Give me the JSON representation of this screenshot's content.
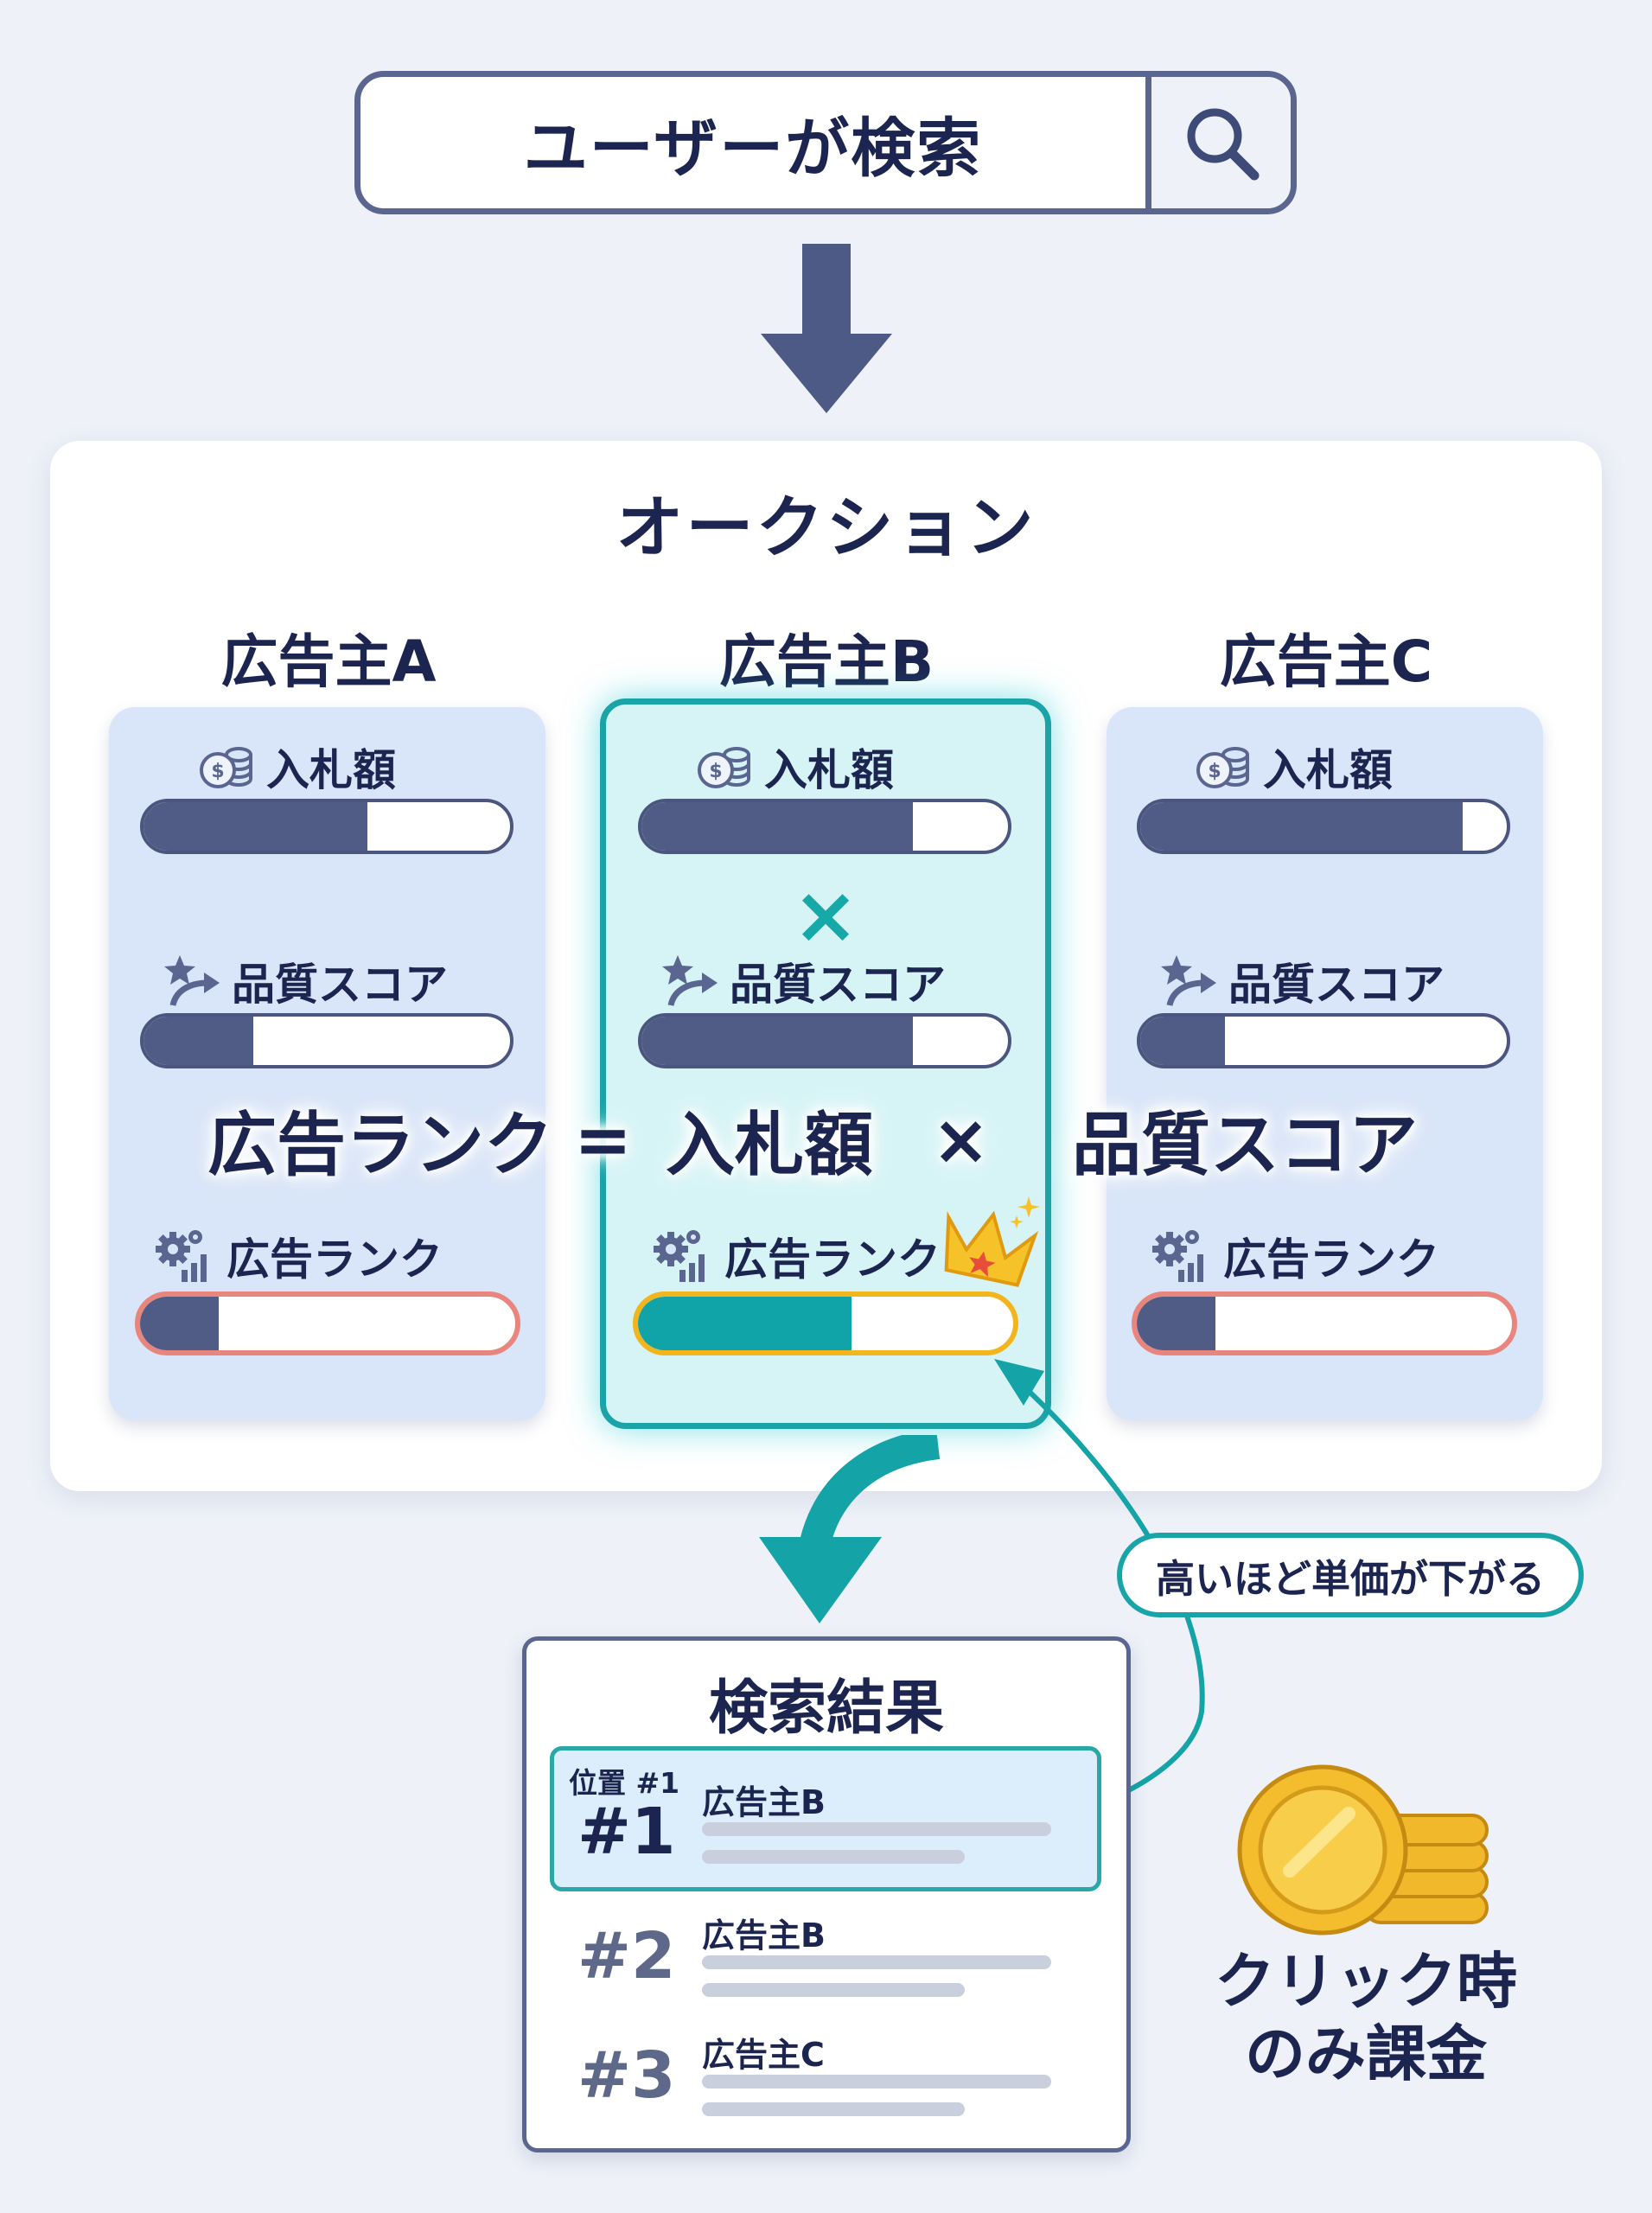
{
  "search": {
    "text": "ユーザーが検索"
  },
  "auction": {
    "title": "オークション",
    "metric_labels": {
      "bid": "入札額",
      "quality": "品質スコア",
      "rank": "広告ランク"
    },
    "multiply_symbol": "×",
    "advertisers": [
      {
        "name": "広告主A",
        "bid": 0.61,
        "quality": 0.3,
        "rank": 0.21,
        "winner": false
      },
      {
        "name": "広告主B",
        "bid": 0.74,
        "quality": 0.74,
        "rank": 0.57,
        "winner": true
      },
      {
        "name": "広告主C",
        "bid": 0.88,
        "quality": 0.23,
        "rank": 0.21,
        "winner": false
      }
    ]
  },
  "formula": {
    "rank": "広告ランク",
    "equals": "=",
    "bid": "入札額",
    "times": "×",
    "quality": "品質スコア"
  },
  "tooltip": {
    "text": "高いほど単価が下がる"
  },
  "results": {
    "title": "検索結果",
    "position_label": "位置 #1",
    "items": [
      {
        "rank": "#1",
        "name": "広告主B"
      },
      {
        "rank": "#2",
        "name": "広告主B"
      },
      {
        "rank": "#3",
        "name": "広告主C"
      }
    ]
  },
  "click_pay": {
    "line1": "クリック時",
    "line2": "のみ課金"
  },
  "colors": {
    "navy": "#1c2550",
    "bar_fill": "#505c86",
    "teal": "#10a4a8",
    "gold": "#f2b51c",
    "rank_border": "#e8857c",
    "card_blue": "#d9e5f8",
    "card_teal": "#d6f4f6"
  }
}
